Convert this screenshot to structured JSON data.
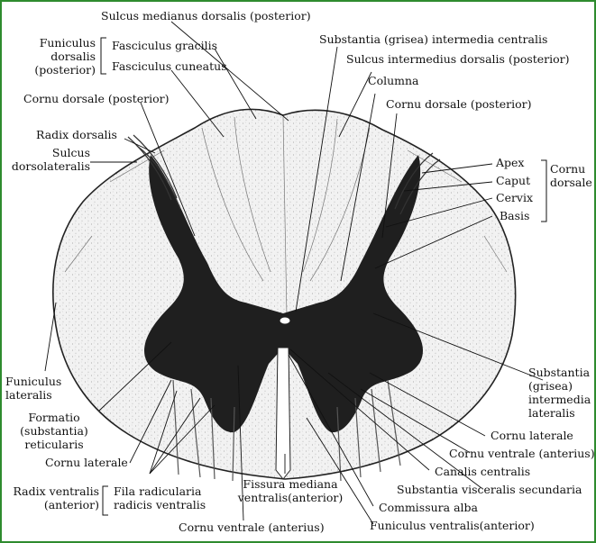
{
  "labels": {
    "sulcus_medianus": "Sulcus medianus dorsalis (posterior)",
    "funiculus_dorsalis": [
      "Funiculus",
      "dorsalis",
      "(posterior)"
    ],
    "fasciculus_gracilis": "Fasciculus gracilis",
    "fasciculus_cuneatus": "Fasciculus cuneatus",
    "cornu_dorsale_left": "Cornu dorsale (posterior)",
    "radix_dorsalis": "Radix dorsalis",
    "sulcus_dorsolateralis": [
      "Sulcus",
      "dorsolateralis"
    ],
    "subst_intermedia_centralis": "Substantia (grisea) intermedia centralis",
    "sulcus_intermedius": "Sulcus intermedius dorsalis (posterior)",
    "columna": "Columna",
    "cornu_dorsale_right": "Cornu dorsale (posterior)",
    "apex": "Apex",
    "caput": "Caput",
    "cervix": "Cervix",
    "basis": "Basis",
    "cornu_dorsale_group": [
      "Cornu",
      "dorsale"
    ],
    "funiculus_lateralis": [
      "Funiculus",
      "lateralis"
    ],
    "formatio_reticularis": [
      "Formatio",
      "(substantia)",
      "reticularis"
    ],
    "cornu_laterale_left": "Cornu laterale",
    "radix_ventralis": [
      "Radix ventralis",
      "(anterior)"
    ],
    "fila_radicularia": [
      "Fila radicularia",
      "radicis ventralis"
    ],
    "fissura_mediana": [
      "Fissura mediana",
      "ventralis(anterior)"
    ],
    "cornu_ventrale_bottom": "Cornu ventrale (anterius)",
    "subst_intermedia_lateralis": [
      "Substantia",
      "(grisea)",
      "intermedia",
      "lateralis"
    ],
    "cornu_laterale_right": "Cornu laterale",
    "cornu_ventrale_right": "Cornu ventrale (anterius)",
    "canalis_centralis": "Canalis centralis",
    "subst_visceralis": "Substantia visceralis secundaria",
    "commissura_alba": "Commissura alba",
    "funiculus_ventralis": "Funiculus ventralis(anterior)"
  },
  "colors": {
    "frame": "#2e8b2e",
    "grey_matter": "#1e1e1e",
    "white_matter": "#f0f0f0",
    "ink": "#111111"
  }
}
